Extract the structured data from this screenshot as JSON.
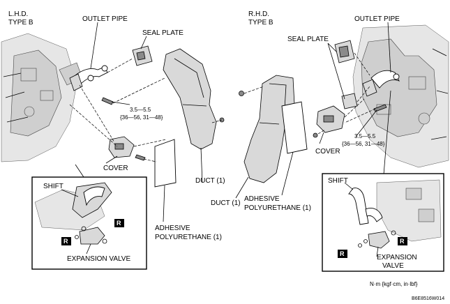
{
  "left": {
    "heading_line1": "L.H.D.",
    "heading_line2": "TYPE B",
    "outlet_pipe": "OUTLET PIPE",
    "seal_plate": "SEAL PLATE",
    "torque_line1": "3.5—5.5",
    "torque_line2": "{36—56, 31—48}",
    "cover": "COVER",
    "duct": "DUCT (1)",
    "adhesive_line1": "ADHESIVE",
    "adhesive_line2": "POLYURETHANE (1)",
    "inset": {
      "shift": "SHIFT",
      "r_mark": "R",
      "expansion_valve": "EXPANSION VALVE"
    }
  },
  "right": {
    "heading_line1": "R.H.D.",
    "heading_line2": "TYPE B",
    "outlet_pipe": "OUTLET PIPE",
    "seal_plate": "SEAL PLATE",
    "torque_line1": "3.5—5.5",
    "torque_line2": "{36—56, 31—48}",
    "cover": "COVER",
    "duct": "DUCT (1)",
    "adhesive_line1": "ADHESIVE",
    "adhesive_line2": "POLYURETHANE (1)",
    "inset": {
      "shift": "SHIFT",
      "r_mark": "R",
      "expansion_line1": "EXPANSION",
      "expansion_line2": "VALVE"
    }
  },
  "units": "N·m {kgf·cm,  in·lbf}",
  "figure_code": "B6E8516W014"
}
